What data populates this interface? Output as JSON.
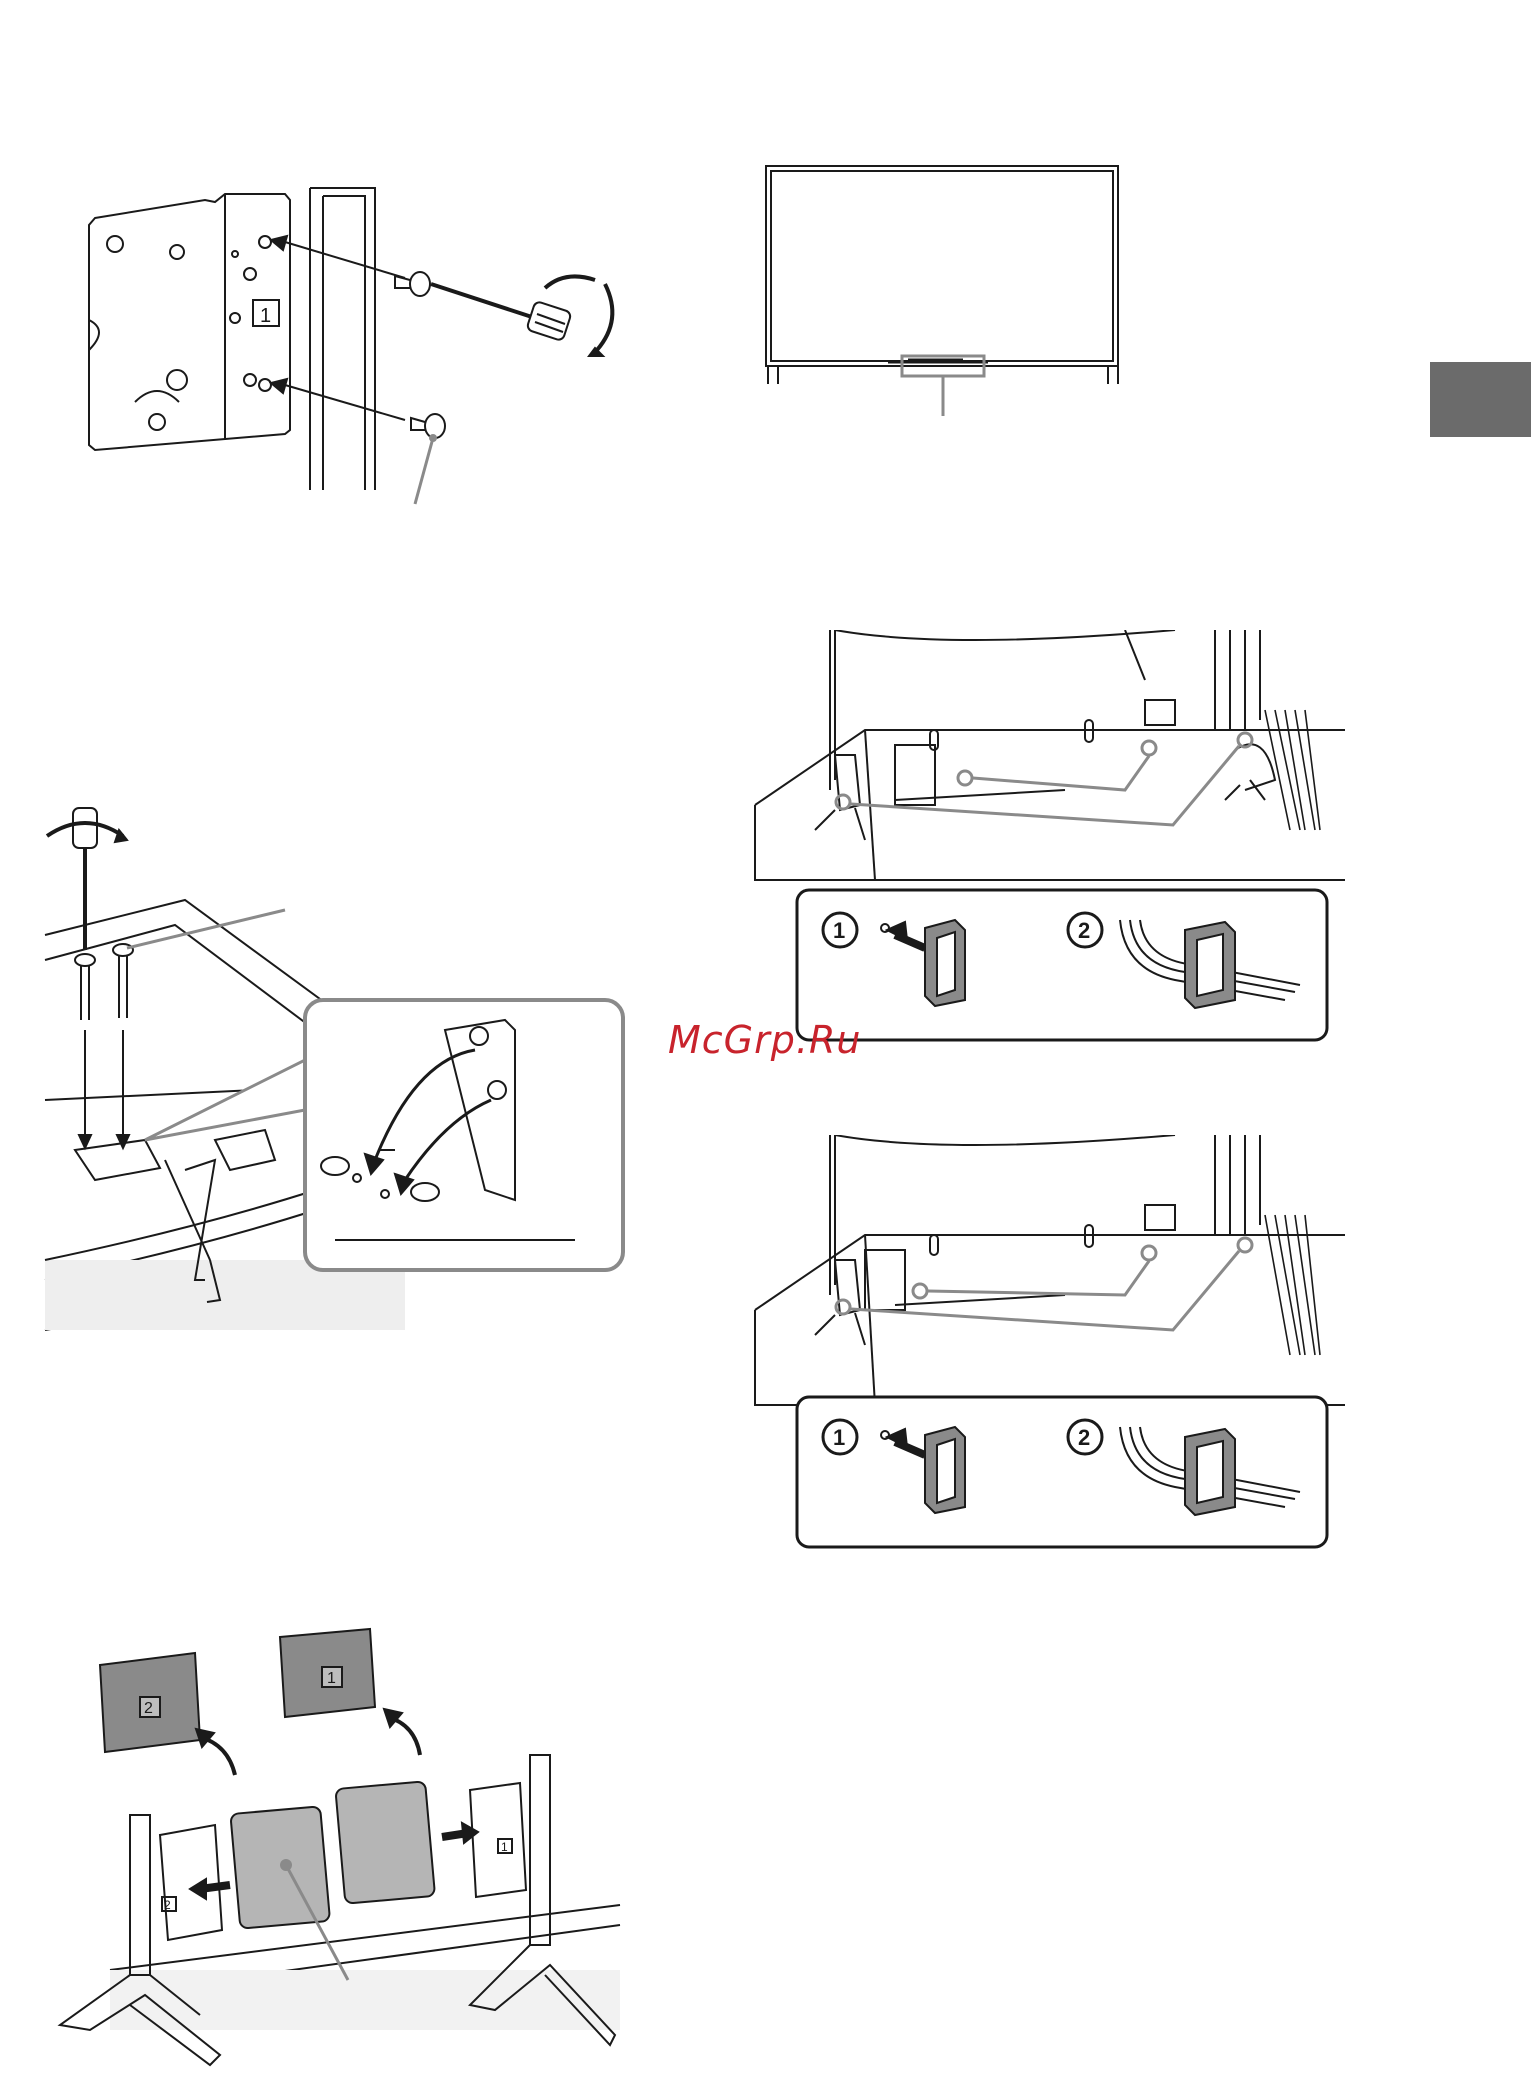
{
  "watermark": "McGrp.Ru",
  "figures": {
    "bracket_attach": {
      "bracket_number": "1"
    },
    "bracket_removal": {},
    "tv_front": {},
    "cable_holder_a": {
      "step1": "1",
      "step2": "2"
    },
    "cable_holder_b": {
      "step1": "1",
      "step2": "2"
    },
    "cover_attach": {
      "cover_left_number": "2",
      "cover_right_number": "1",
      "bracket_left_number": "2",
      "bracket_right_number": "1"
    }
  },
  "colors": {
    "tab": "#6b6b6b",
    "watermark": "#c8232c",
    "line": "#1a1a1a",
    "callout": "#8a8a8a"
  },
  "icons": [
    "rotate-arrow-icon",
    "screwdriver-icon",
    "screw-icon",
    "arrow-icon",
    "cable-holder-icon"
  ]
}
